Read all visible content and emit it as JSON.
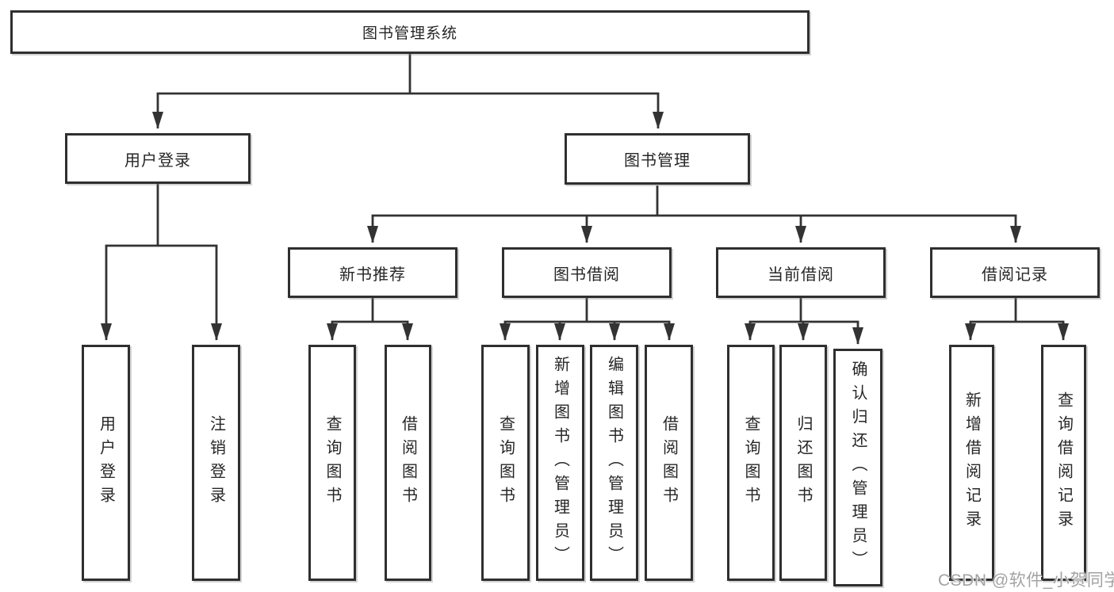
{
  "diagram": {
    "root": {
      "label": "图书管理系统"
    },
    "branches": [
      {
        "label": "用户登录",
        "children": [
          {
            "label": "用户登录"
          },
          {
            "label": "注销登录"
          }
        ]
      },
      {
        "label": "图书管理",
        "children": [
          {
            "label": "新书推荐",
            "children": [
              {
                "label": "查询图书"
              },
              {
                "label": "借阅图书"
              }
            ]
          },
          {
            "label": "图书借阅",
            "children": [
              {
                "label": "查询图书"
              },
              {
                "label": "新增图书（管理员）"
              },
              {
                "label": "编辑图书（管理员）"
              },
              {
                "label": "借阅图书"
              }
            ]
          },
          {
            "label": "当前借阅",
            "children": [
              {
                "label": "查询图书"
              },
              {
                "label": "归还图书"
              },
              {
                "label": "确认归还（管理员）"
              }
            ]
          },
          {
            "label": "借阅记录",
            "children": [
              {
                "label": "新增借阅记录"
              },
              {
                "label": "查询借阅记录"
              }
            ]
          }
        ]
      }
    ],
    "watermark": "CSDN @软件_小贺同学",
    "colors": {
      "line": "#333333",
      "border": "#2f2f2f",
      "text": "#262626",
      "watermark": "#a3a3a3",
      "background": "#ffffff"
    }
  }
}
